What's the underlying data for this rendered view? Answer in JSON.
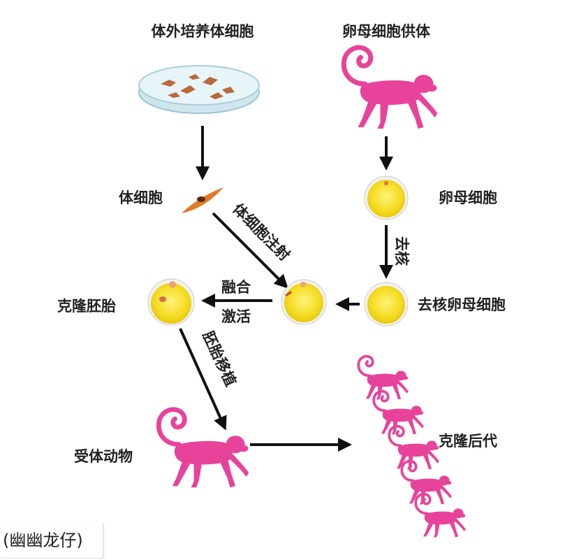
{
  "labels": {
    "cultured_somatic_cells": "体外培养体细胞",
    "oocyte_donor": "卵母细胞供体",
    "somatic_cell": "体细胞",
    "oocyte": "卵母细胞",
    "enucleation": "去核",
    "enucleated_oocyte": "去核卵母细胞",
    "somatic_cell_injection": "体细胞注射",
    "fusion": "融合",
    "activation": "激活",
    "cloned_embryo": "克隆胚胎",
    "embryo_transfer": "胚胎移植",
    "recipient_animal": "受体动物",
    "cloned_offspring": "克隆后代"
  },
  "footer": {
    "watermark": "(幽幽龙仔)"
  },
  "colors": {
    "monkey": "#e8439a",
    "egg": "#f7e23a",
    "cell": "#e27a2a",
    "arrow": "#111111"
  }
}
